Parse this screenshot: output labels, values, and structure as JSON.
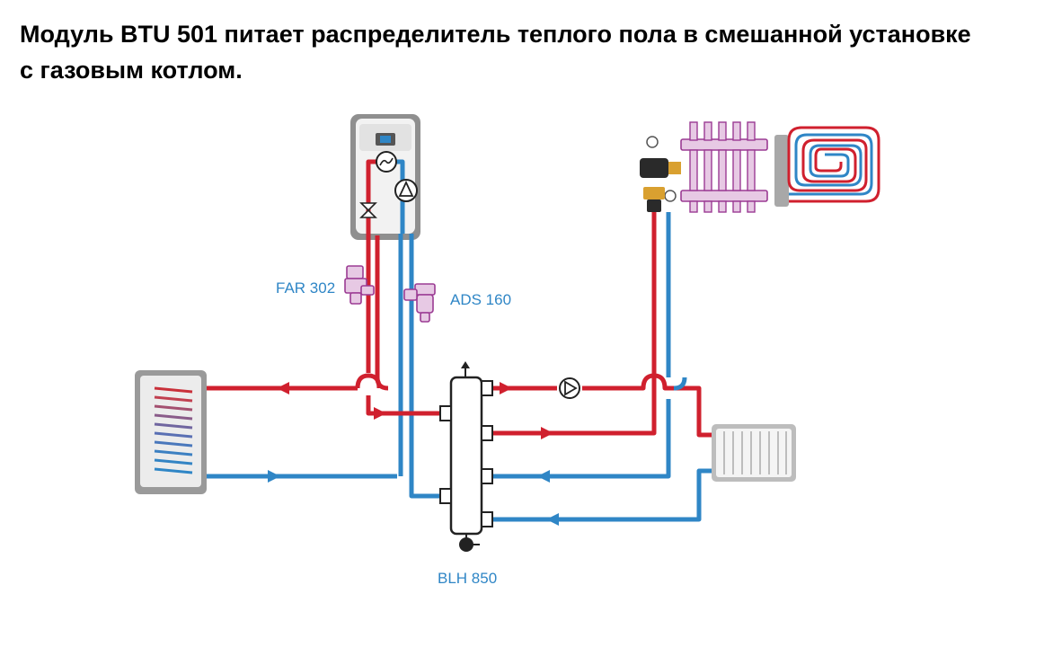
{
  "title": {
    "line1": "Модуль BTU 501 питает распределитель теплого пола в смешанной установке",
    "line2": "с газовым котлом."
  },
  "labels": {
    "far": "FAR 302",
    "ads": "ADS 160",
    "blh": "BLH 850"
  },
  "colors": {
    "hot": "#d0202e",
    "cold": "#2f86c6",
    "label": "#2f86c6",
    "manifold": "#9b3b93",
    "casing": "#9a9a9a"
  }
}
